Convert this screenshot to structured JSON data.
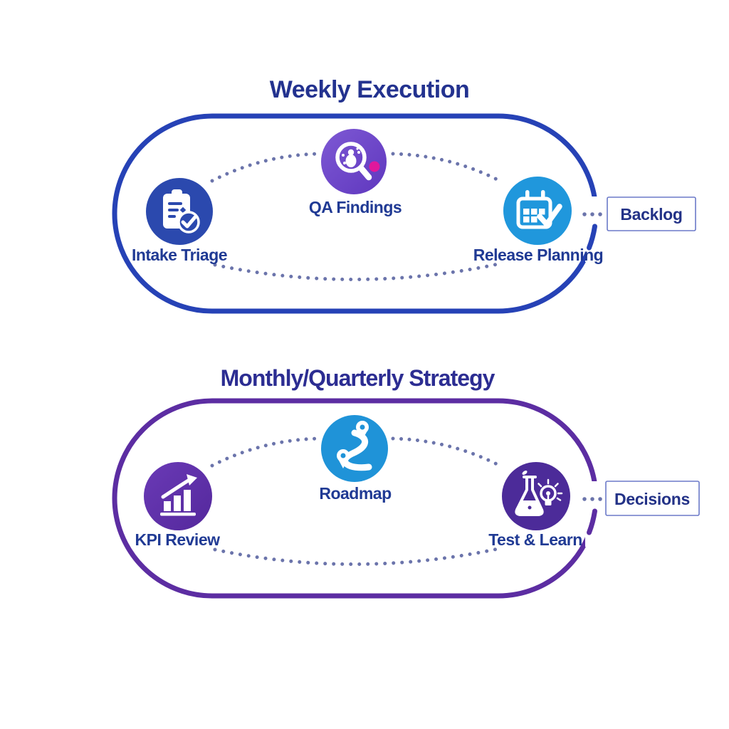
{
  "diagram": {
    "background": "#ffffff",
    "weekly": {
      "title": "Weekly Execution",
      "title_color": "#23328f",
      "ring_color": "#2642b6",
      "nodes": [
        {
          "label": "Intake Triage",
          "icon": "clipboard-check-icon",
          "color": "#2b49ae"
        },
        {
          "label": "QA Findings",
          "icon": "magnifier-search-person-icon",
          "color": "#6c47c8",
          "accent_dot_color": "#e0189c"
        },
        {
          "label": "Release Planning",
          "icon": "calendar-check-icon",
          "color": "#2097dc"
        }
      ],
      "output_label": "Backlog"
    },
    "strategy": {
      "title": "Monthly/Quarterly Strategy",
      "title_color": "#2c2d92",
      "ring_color": "#5c2da2",
      "nodes": [
        {
          "label": "KPI Review",
          "icon": "bar-chart-growth-icon",
          "color": "#5e2fa8"
        },
        {
          "label": "Roadmap",
          "icon": "route-map-pins-icon",
          "color": "#1f93d8"
        },
        {
          "label": "Test & Learn",
          "icon": "flask-lightbulb-icon",
          "color": "#4c2b99"
        }
      ],
      "output_label": "Decisions"
    },
    "connector_dot_color": "#6b74ab",
    "label_color": "#203a94",
    "box_border_color": "#6b79c8"
  }
}
